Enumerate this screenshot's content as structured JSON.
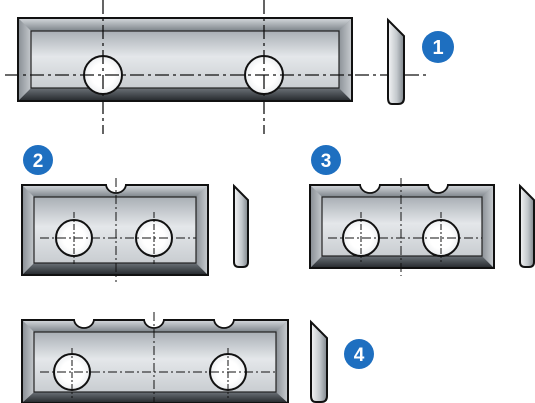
{
  "colors": {
    "badge": "#1e6fc0",
    "badge_text": "#ffffff",
    "outline": "#111111",
    "face_light": "#f2f4f5",
    "face_mid": "#b7bcc1",
    "face_dark": "#6f757b"
  },
  "badges": {
    "b1": "1",
    "b2": "2",
    "b3": "3",
    "b4": "4"
  }
}
